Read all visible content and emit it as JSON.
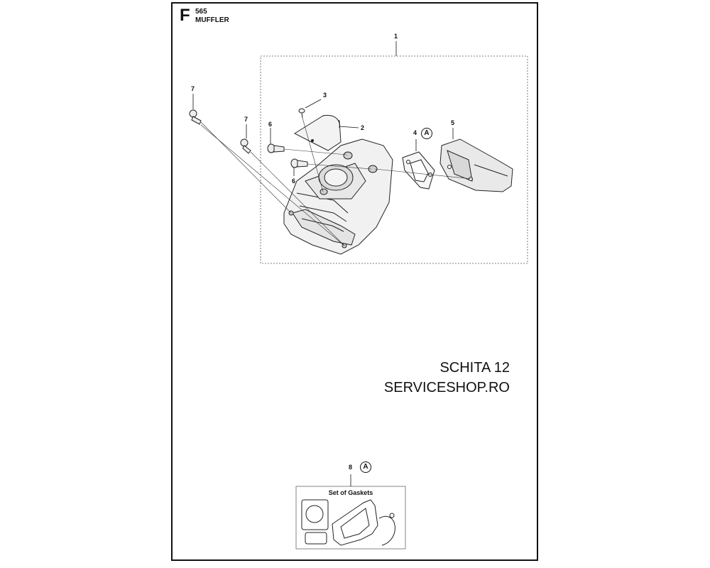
{
  "header": {
    "section_letter": "F",
    "model": "565",
    "title": "MUFFLER"
  },
  "callouts": [
    {
      "id": "c1",
      "label": "1"
    },
    {
      "id": "c2",
      "label": "2"
    },
    {
      "id": "c3",
      "label": "3"
    },
    {
      "id": "c4",
      "label": "4"
    },
    {
      "id": "c5",
      "label": "5"
    },
    {
      "id": "c6a",
      "label": "6"
    },
    {
      "id": "c6b",
      "label": "6"
    },
    {
      "id": "c7a",
      "label": "7"
    },
    {
      "id": "c7b",
      "label": "7"
    },
    {
      "id": "c8",
      "label": "8"
    }
  ],
  "references": {
    "ref4": "A",
    "ref8": "A"
  },
  "kit": {
    "label": "Set of Gaskets"
  },
  "overlay": {
    "line1": "SCHITA 12",
    "line2": "SERVICESHOP.RO"
  }
}
